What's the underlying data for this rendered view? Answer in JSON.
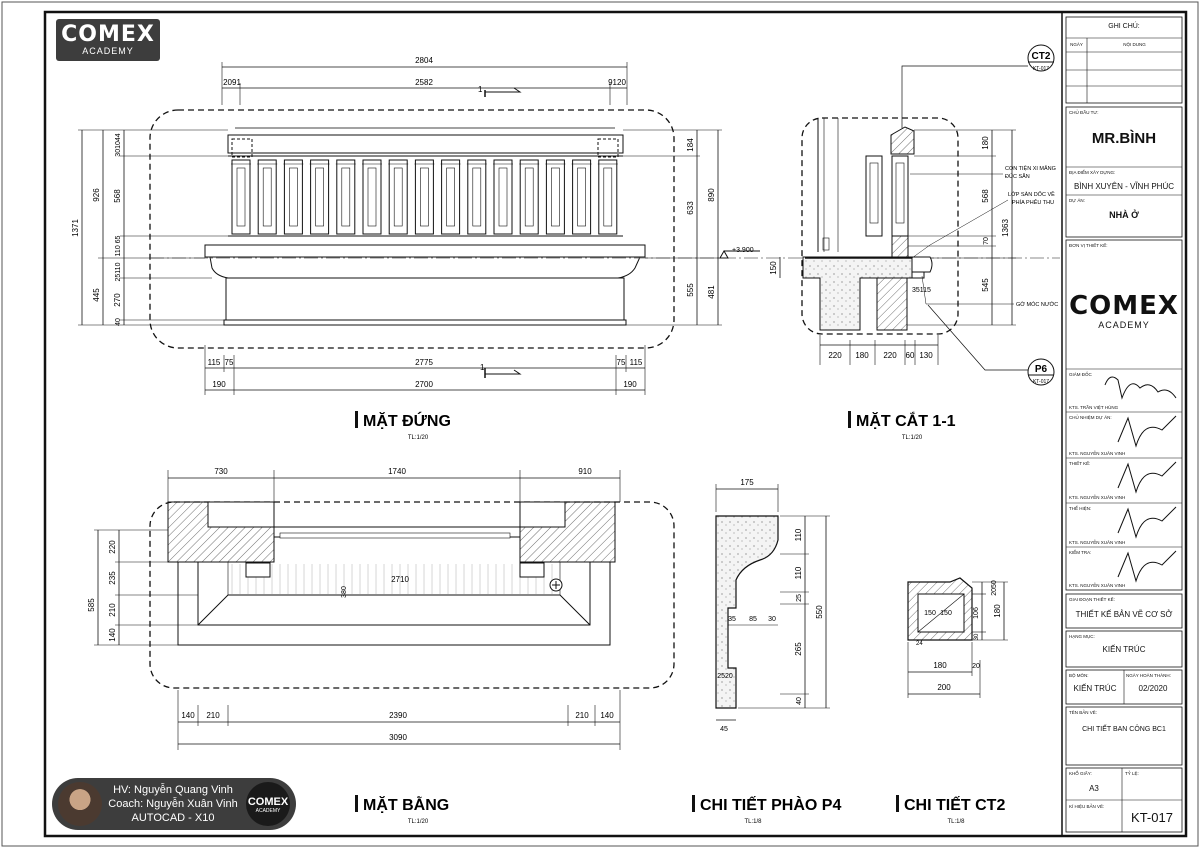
{
  "brand": {
    "logo_main": "COMEX",
    "logo_sub": "ACADEMY"
  },
  "student": {
    "line1": "HV: Nguyễn Quang Vinh",
    "line2": "Coach: Nguyễn Xuân Vinh",
    "line3": "AUTOCAD - X10",
    "logo_main": "COMEX",
    "logo_sub": "ACADEMY"
  },
  "views": {
    "elevation": {
      "title": "MẶT ĐỨNG",
      "scale": "TL:1/20"
    },
    "section": {
      "title": "MẶT CẮT 1-1",
      "scale": "TL:1/20"
    },
    "plan": {
      "title": "MẶT BẰNG",
      "scale": "TL:1/20"
    },
    "p4": {
      "title": "CHI TIẾT PHÀO P4",
      "scale": "TL:1/8"
    },
    "ct2": {
      "title": "CHI TIẾT CT2",
      "scale": "TL:1/8"
    }
  },
  "elevation_dims": {
    "top_total": "2804",
    "top_left": "2091",
    "top_mid": "2582",
    "top_right": "9120",
    "left_total": "1371",
    "left_upper": "926",
    "left_lower": "445",
    "left_a": "301044",
    "left_b": "568",
    "left_c": "110 65",
    "left_d": "25110",
    "left_e": "270",
    "left_f": "40",
    "right_a": "184",
    "right_b": "633",
    "right_c": "890",
    "right_d": "555",
    "right_e": "481",
    "bottom_1a": "115",
    "bottom_1b": "75",
    "bottom_1c": "2775",
    "bottom_1d": "75",
    "bottom_1e": "115",
    "bottom_2a": "190",
    "bottom_2b": "2700",
    "bottom_2c": "190",
    "level": "+3.900",
    "cut_mark": "1"
  },
  "section_dims": {
    "ct2_label": "CT2",
    "ct2_sheet": "KT-017",
    "p6_label": "P6",
    "p6_sheet": "KT-017",
    "note1_a": "CON TIỆN XI MĂNG",
    "note1_b": "ĐÚC SẴN",
    "note2_a": "LỚP SÀN DỐC VỀ",
    "note2_b": "PHÍA PHỄU THU",
    "note3": "GỜ MÓC NƯỚC",
    "right_a": "180",
    "right_b": "568",
    "right_c": "70",
    "right_d": "1363",
    "right_e": "545",
    "left_a": "150",
    "inner": "35115",
    "bottom_a": "220",
    "bottom_b": "180",
    "bottom_c": "220",
    "bottom_d": "60",
    "bottom_e": "130"
  },
  "plan_dims": {
    "top_a": "730",
    "top_b": "1740",
    "top_c": "910",
    "left_a": "220",
    "left_b": "235",
    "left_c": "210",
    "left_d": "140",
    "left_total": "585",
    "inner_w": "2710",
    "inner_h": "380",
    "bottom_a": "140",
    "bottom_b": "210",
    "bottom_c": "2390",
    "bottom_d": "210",
    "bottom_e": "140",
    "bottom_total": "3090"
  },
  "p4_dims": {
    "top": "175",
    "r1": "110",
    "r2": "110",
    "r3": "25",
    "r4": "265",
    "r5": "40",
    "total": "550",
    "m1": "35",
    "m2": "85",
    "m3": "30",
    "left": "2520",
    "bottom": "45"
  },
  "ct2_dims": {
    "r_a": "2050",
    "r_b": "106",
    "r_c": "30",
    "r_total": "180",
    "inner_a": "150",
    "inner_b": "150",
    "left_a": "24",
    "bottom_a": "180",
    "bottom_b": "20",
    "bottom_total": "200"
  },
  "title_block": {
    "notes_header": "GHI CHÚ:",
    "notes_col1": "NGÀY",
    "notes_col2": "NỘI DUNG",
    "owner_label": "CHỦ ĐẦU TƯ:",
    "owner": "MR.BÌNH",
    "location_label": "ĐỊA ĐIỂM XÂY DỰNG:",
    "location": "BÌNH XUYÊN - VĨNH PHÚC",
    "project_label": "DỰ ÁN:",
    "project": "NHÀ Ở",
    "designer_unit_label": "ĐƠN VỊ THIẾT KẾ:",
    "logo_main": "COMEX",
    "logo_sub": "ACADEMY",
    "director_label": "GIÁM ĐỐC",
    "director": "KTS. TRẦN VIỆT HÙNG",
    "manager_label": "CHỦ NHIỆM DỰ ÁN:",
    "manager": "KTS. NGUYỄN XUÂN VINH",
    "design_label": "THIẾT KẾ:",
    "design": "KTS. NGUYỄN XUÂN VINH",
    "draw_label": "THỂ HIỆN:",
    "draw": "KTS. NGUYỄN XUÂN VINH",
    "check_label": "KIỂM TRA:",
    "check": "KTS. NGUYỄN XUÂN VINH",
    "phase_label": "GIAI ĐOẠN THIẾT KẾ:",
    "phase": "THIẾT KẾ BẢN VẼ CƠ SỞ",
    "category_label": "HẠNG MỤC:",
    "category": "KIẾN TRÚC",
    "dept_label": "BỘ MÔN:",
    "dept": "KIẾN TRÚC",
    "date_label": "NGÀY HOÀN THÀNH:",
    "date": "02/2020",
    "drawing_name_label": "TÊN BẢN VẼ:",
    "drawing_name": "CHI TIẾT BAN CÔNG BC1",
    "paper_label": "KHỔ GIẤY:",
    "paper": "A3",
    "scale_label": "TỶ LỆ:",
    "scale": "",
    "code_label": "KÍ HIỆU BẢN VẼ:",
    "code": "KT-017"
  }
}
